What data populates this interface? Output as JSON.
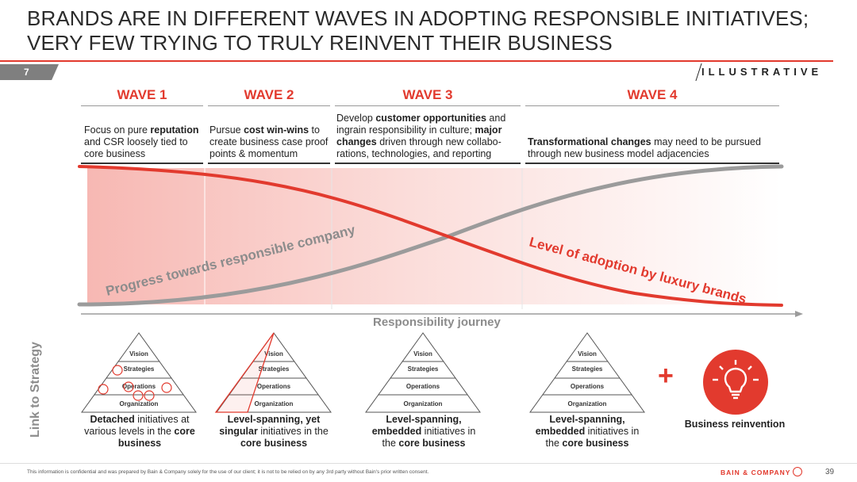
{
  "slide": {
    "title": "BRANDS ARE IN DIFFERENT WAVES IN ADOPTING RESPONSIBLE INITIATIVES; VERY FEW TRYING TO TRULY REINVENT THEIR BUSINESS",
    "page_tab": "7",
    "illustrative": "ILLUSTRATIVE",
    "accent_color": "#e23a2e"
  },
  "waves": [
    {
      "label": "WAVE 1",
      "desc_parts": [
        [
          "Focus on pure ",
          false
        ],
        [
          "reputation",
          true
        ],
        [
          " and CSR loosely tied to core business",
          false
        ]
      ]
    },
    {
      "label": "WAVE 2",
      "desc_parts": [
        [
          "Pursue ",
          false
        ],
        [
          "cost win-wins",
          true
        ],
        [
          " to create business case proof points & momentum",
          false
        ]
      ]
    },
    {
      "label": "WAVE 3",
      "desc_parts": [
        [
          "Develop ",
          false
        ],
        [
          "customer opportunities",
          true
        ],
        [
          " and ingrain responsibility in culture; ",
          false
        ],
        [
          "major changes",
          true
        ],
        [
          " driven through new collabo-rations, technologies, and reporting",
          false
        ]
      ]
    },
    {
      "label": "WAVE 4",
      "desc_parts": [
        [
          "Transformational changes",
          true
        ],
        [
          " may need to be pursued through new business model adjacencies",
          false
        ]
      ]
    }
  ],
  "curves": {
    "progress_label": "Progress towards responsible company",
    "adoption_label": "Level of adoption by luxury brands"
  },
  "axis": {
    "journey_label": "Responsibility journey",
    "link_label": "Link to Strategy"
  },
  "pyramid_levels": [
    "Vision",
    "Strategies",
    "Operations",
    "Organization"
  ],
  "pyramids": [
    {
      "caption_parts": [
        [
          "Detached",
          true
        ],
        [
          " initiatives at various levels in the ",
          false
        ],
        [
          "core business",
          true
        ]
      ]
    },
    {
      "caption_parts": [
        [
          "Level-spanning, yet singular",
          true
        ],
        [
          " initiatives in the ",
          false
        ],
        [
          "core business",
          true
        ]
      ]
    },
    {
      "caption_parts": [
        [
          "Level-spanning, embedded",
          true
        ],
        [
          " initiatives in the ",
          false
        ],
        [
          "core business",
          true
        ]
      ]
    },
    {
      "caption_parts": [
        [
          "Level-spanning, embedded",
          true
        ],
        [
          " initiatives in the ",
          false
        ],
        [
          "core business",
          true
        ]
      ]
    }
  ],
  "reinvention": {
    "plus": "+",
    "label": "Business reinvention",
    "icon": "lightbulb-icon"
  },
  "footer": {
    "note": "This information is confidential and was prepared by Bain & Company solely for the use of our client; it is not to be relied on by any 3rd party without Bain's prior written consent.",
    "brand": "BAIN & COMPANY",
    "page_number": "39"
  }
}
